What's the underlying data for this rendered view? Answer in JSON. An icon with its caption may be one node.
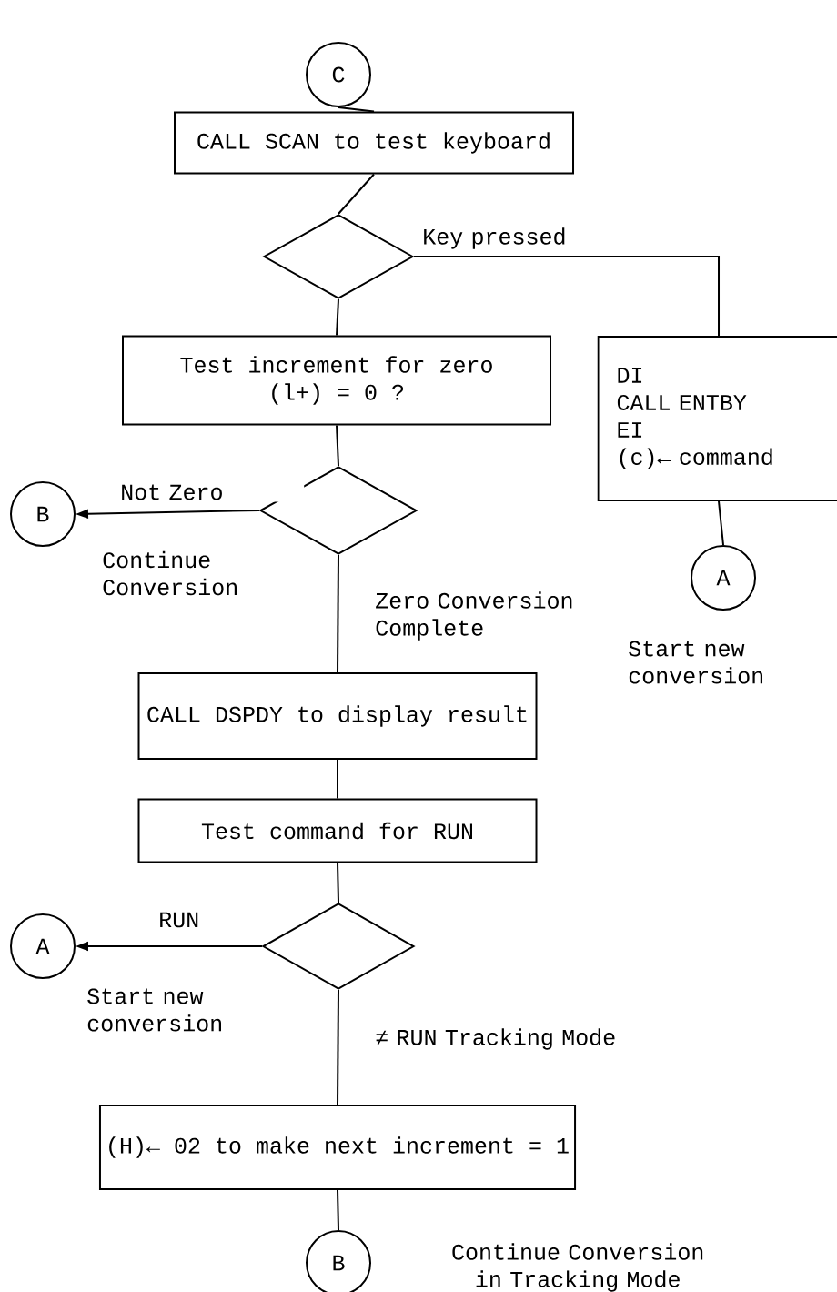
{
  "diagram": {
    "nodes": [
      {
        "text": [
          "C"
        ]
      },
      {
        "text": [
          "CALL SCAN to test keyboard"
        ]
      },
      {
        "text": [],
        "shape": "diamond"
      },
      {
        "text": [
          "Test increment for zero",
          "(l+) = 0 ?"
        ]
      },
      {
        "text": [
          "DI",
          "CALL ENTBY",
          "EI",
          "(c)← command"
        ]
      },
      {
        "text": [],
        "shape": "diamond"
      },
      {
        "text": [
          "B"
        ],
        "beside": [
          "Continue Conversion"
        ]
      },
      {
        "text": [
          "A"
        ],
        "beside": [
          "Start new conversion"
        ]
      },
      {
        "text": [
          "CALL DSPDY to display result"
        ]
      },
      {
        "text": [
          "Test command for RUN"
        ]
      },
      {
        "text": [],
        "shape": "diamond"
      },
      {
        "text": [
          "A"
        ],
        "beside": [
          "Start new conversion"
        ]
      },
      {
        "text": [
          "(H)← 02 to make next increment = 1"
        ]
      },
      {
        "text": [
          "B"
        ],
        "beside": [
          "Continue Conversion in Tracking Mode"
        ]
      }
    ],
    "edges": [
      {
        "from": 0,
        "to": 1,
        "arrow": "none"
      },
      {
        "from": 1,
        "to": 2,
        "arrow": "none"
      },
      {
        "from": 2,
        "to": 4,
        "arrow": "none",
        "label": "Key pressed"
      },
      {
        "from": 2,
        "to": 3,
        "arrow": "none"
      },
      {
        "from": 3,
        "to": 5,
        "arrow": "none"
      },
      {
        "from": 5,
        "to": 6,
        "arrow": "to",
        "label": "Not Zero"
      },
      {
        "from": 5,
        "to": 8,
        "arrow": "none",
        "label": "Zero Conversion Complete"
      },
      {
        "from": 4,
        "to": 7,
        "arrow": "none"
      },
      {
        "from": 8,
        "to": 9,
        "arrow": "none"
      },
      {
        "from": 9,
        "to": 10,
        "arrow": "none"
      },
      {
        "from": 10,
        "to": 11,
        "arrow": "to",
        "label": "RUN"
      },
      {
        "from": 10,
        "to": 12,
        "arrow": "none",
        "label": "≠ RUN Tracking Mode"
      },
      {
        "from": 12,
        "to": 13,
        "arrow": "none"
      }
    ]
  }
}
